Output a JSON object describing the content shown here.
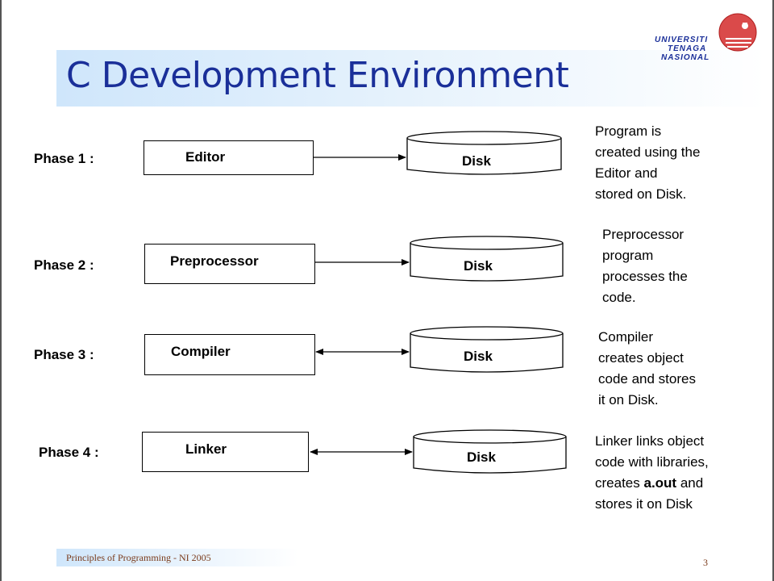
{
  "slide": {
    "title": "C Development Environment",
    "footer": "Principles  of Programming - NI 2005",
    "page_number": "3"
  },
  "logo": {
    "lines": [
      "UNIVERSITI",
      "TENAGA",
      "NASIONAL"
    ]
  },
  "phases": [
    {
      "label": "Phase 1 :",
      "box": "Editor",
      "disk": "Disk",
      "arrow": "one-way",
      "description": [
        "Program is",
        "created using the",
        "Editor and",
        "stored on Disk."
      ]
    },
    {
      "label": "Phase 2 :",
      "box": "Preprocessor",
      "disk": "Disk",
      "arrow": "one-way",
      "description": [
        "Preprocessor",
        "program",
        "processes the",
        "code."
      ]
    },
    {
      "label": "Phase 3 :",
      "box": "Compiler",
      "disk": "Disk",
      "arrow": "two-way",
      "description": [
        "Compiler",
        "creates object",
        "code and stores",
        "it  on Disk."
      ]
    },
    {
      "label": "Phase 4 :",
      "box": "Linker",
      "disk": "Disk",
      "arrow": "two-way",
      "description": [
        "Linker links object",
        "code with libraries,",
        "creates ",
        "a.out",
        " and",
        "stores it on Disk"
      ]
    }
  ],
  "colors": {
    "title": "#1a2f99",
    "band": "#cfe6fb",
    "logo_red": "#d42a2a",
    "logo_blue": "#1a2f99"
  }
}
